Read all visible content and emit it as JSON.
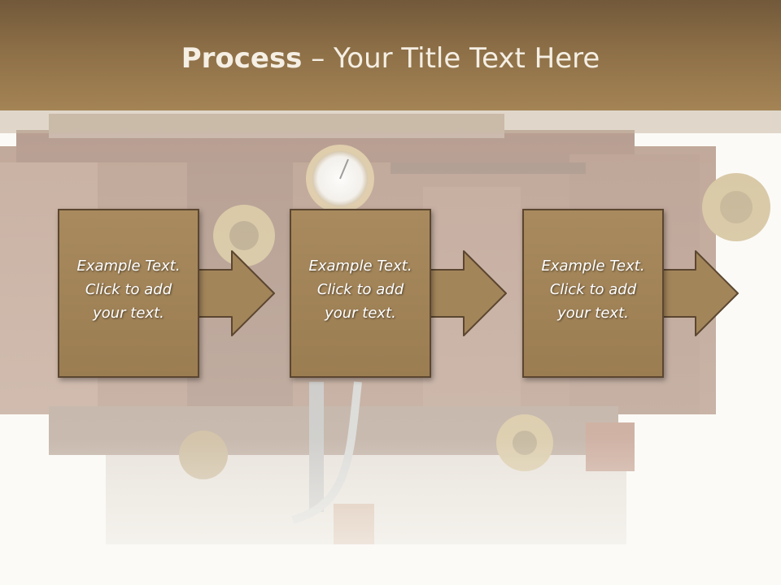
{
  "slide": {
    "title_bold": "Process",
    "title_rest": " – Your Title Text Here"
  },
  "steps": [
    {
      "text": "Example Text.\nClick  to add\nyour text."
    },
    {
      "text": "Example Text.\nClick  to add\nyour text."
    },
    {
      "text": "Example Text.\nClick  to add\nyour text."
    }
  ],
  "colors": {
    "title_band": "#8d6f47",
    "box_fill": "#a3855a",
    "box_border": "#5b4630",
    "title_text": "#f5efe4"
  },
  "icons": [
    "process-arrow-icon",
    "machinery-background-image"
  ]
}
